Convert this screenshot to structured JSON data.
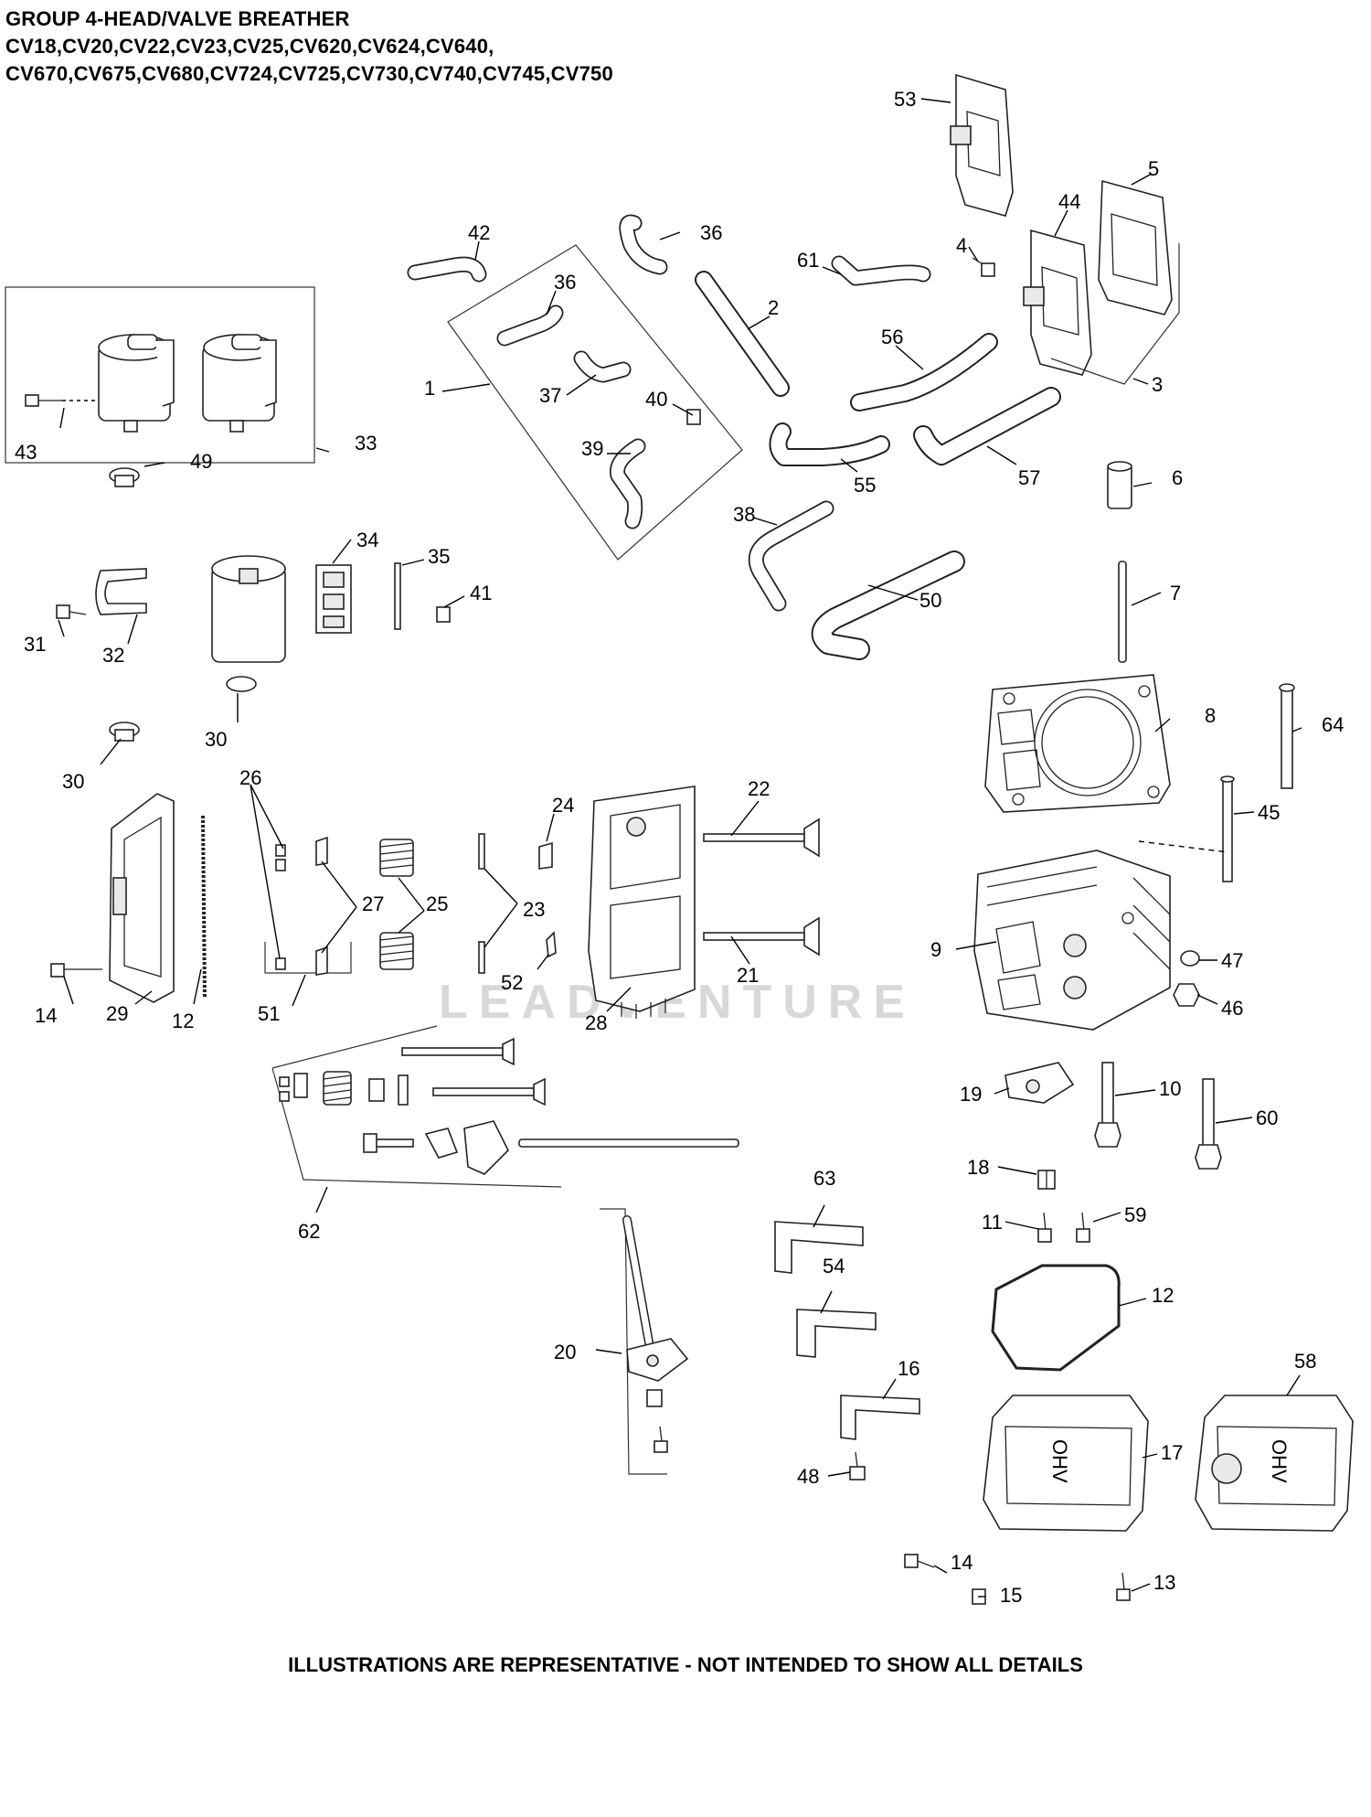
{
  "header": {
    "title_line1": "GROUP 4-HEAD/VALVE BREATHER",
    "title_line2": "CV18,CV20,CV22,CV23,CV25,CV620,CV624,CV640,",
    "title_line3": "CV670,CV675,CV680,CV724,CV725,CV730,CV740,CV745,CV750"
  },
  "footer": {
    "text": "ILLUSTRATIONS ARE REPRESENTATIVE - NOT INTENDED TO SHOW ALL DETAILS"
  },
  "watermark": {
    "text": "LEADVENTURE"
  },
  "callouts": {
    "c1": "1",
    "c2": "2",
    "c3": "3",
    "c4": "4",
    "c5": "5",
    "c6": "6",
    "c7": "7",
    "c8": "8",
    "c9": "9",
    "c10": "10",
    "c11": "11",
    "c12a": "12",
    "c12b": "12",
    "c13": "13",
    "c14a": "14",
    "c14b": "14",
    "c15": "15",
    "c16": "16",
    "c17": "17",
    "c18": "18",
    "c19": "19",
    "c20": "20",
    "c21": "21",
    "c22": "22",
    "c23": "23",
    "c24": "24",
    "c25": "25",
    "c26": "26",
    "c27": "27",
    "c28": "28",
    "c29": "29",
    "c30a": "30",
    "c30b": "30",
    "c31": "31",
    "c32": "32",
    "c33": "33",
    "c34": "34",
    "c35": "35",
    "c36a": "36",
    "c36b": "36",
    "c37": "37",
    "c38": "38",
    "c39": "39",
    "c40": "40",
    "c41": "41",
    "c42": "42",
    "c43": "43",
    "c44": "44",
    "c45": "45",
    "c46": "46",
    "c47": "47",
    "c48": "48",
    "c49": "49",
    "c50": "50",
    "c51": "51",
    "c52": "52",
    "c53": "53",
    "c54": "54",
    "c55": "55",
    "c56": "56",
    "c57": "57",
    "c58": "58",
    "c59": "59",
    "c60": "60",
    "c61": "61",
    "c62": "62",
    "c63": "63",
    "c64": "64"
  },
  "ohv_label": "OHV"
}
